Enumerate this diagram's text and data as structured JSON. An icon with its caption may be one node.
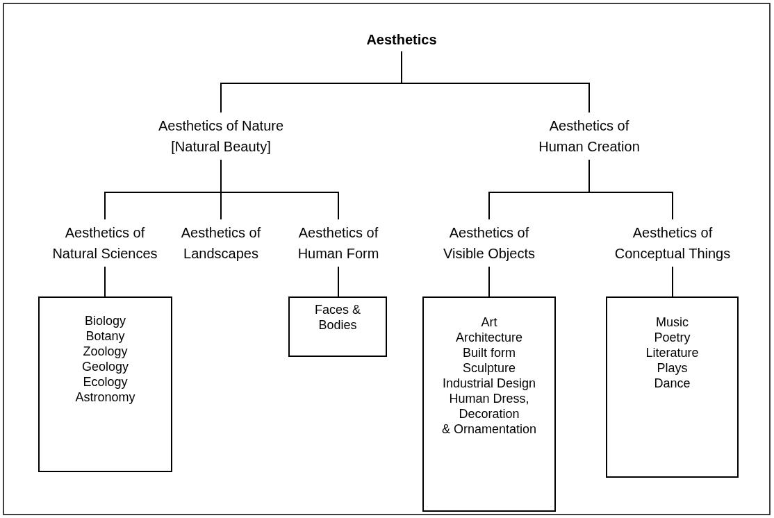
{
  "diagram": {
    "nodes": [
      {
        "text": [
          "Aesthetics"
        ]
      },
      {
        "text": [
          "Aesthetics of Nature [Natural Beauty]"
        ]
      },
      {
        "text": [
          "Aesthetics of Human Creation"
        ]
      },
      {
        "text": [
          "Aesthetics of Natural Sciences"
        ]
      },
      {
        "text": [
          "Aesthetics of Landscapes"
        ]
      },
      {
        "text": [
          "Aesthetics of Human Form"
        ]
      },
      {
        "text": [
          "Aesthetics of Visible Objects"
        ]
      },
      {
        "text": [
          "Aesthetics of Conceptual Things"
        ]
      },
      {
        "text": [
          "Biology",
          "Botany",
          "Zoology",
          "Geology",
          "Ecology",
          "Astronomy"
        ]
      },
      {
        "text": [
          "Faces & Bodies"
        ]
      },
      {
        "text": [
          "Art",
          "Architecture",
          "Built form",
          "Sculpture",
          "Industrial Design",
          "Human Dress,",
          "Decoration",
          "& Ornamentation"
        ]
      },
      {
        "text": [
          "Music",
          "Poetry",
          "Literature",
          "Plays",
          "Dance"
        ]
      }
    ],
    "edges": [
      {
        "from": 0,
        "to": 1,
        "arrow": "none"
      },
      {
        "from": 0,
        "to": 2,
        "arrow": "none"
      },
      {
        "from": 1,
        "to": 3,
        "arrow": "none"
      },
      {
        "from": 1,
        "to": 4,
        "arrow": "none"
      },
      {
        "from": 1,
        "to": 5,
        "arrow": "none"
      },
      {
        "from": 2,
        "to": 6,
        "arrow": "none"
      },
      {
        "from": 2,
        "to": 7,
        "arrow": "none"
      },
      {
        "from": 3,
        "to": 8,
        "arrow": "none"
      },
      {
        "from": 5,
        "to": 9,
        "arrow": "none"
      },
      {
        "from": 6,
        "to": 10,
        "arrow": "none"
      },
      {
        "from": 7,
        "to": 11,
        "arrow": "none"
      }
    ]
  }
}
